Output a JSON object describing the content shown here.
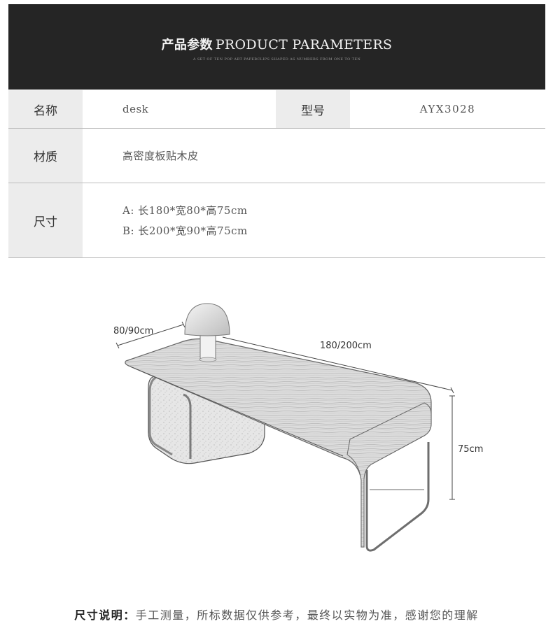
{
  "banner": {
    "title_cn": "产品参数",
    "title_en": "PRODUCT PARAMETERS",
    "subtitle": "A SET OF TEN POP ART PAPERCLIPS SHAPED AS NUMBERS FROM ONE TO TEN"
  },
  "params": {
    "name_label": "名称",
    "name_value": "desk",
    "model_label": "型号",
    "model_value": "AYX3028",
    "material_label": "材质",
    "material_value": "高密度板贴木皮",
    "size_label": "尺寸",
    "size_a": "A:  长180*宽80*高75cm",
    "size_b": "B:  长200*宽90*高75cm"
  },
  "diagram": {
    "depth_label": "80/90cm",
    "length_label": "180/200cm",
    "height_label": "75cm"
  },
  "note": {
    "lead": "尺寸说明：",
    "text": "手工测量，所标数据仅供参考，最终以实物为准，感谢您的理解"
  }
}
